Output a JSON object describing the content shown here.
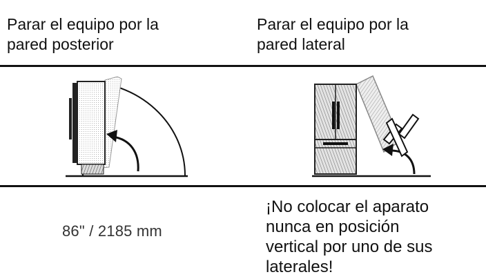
{
  "columns": [
    {
      "header_lines": [
        "Parar el equipo por la",
        "pared posterior"
      ]
    },
    {
      "header_lines": [
        "Parar el equipo por la",
        "pared lateral"
      ]
    }
  ],
  "dimension": "86\" / 2185 mm",
  "warning_lines": [
    "¡No colocar el aparato",
    "nunca  en posición",
    "vertical por uno de sus",
    "laterales!"
  ]
}
